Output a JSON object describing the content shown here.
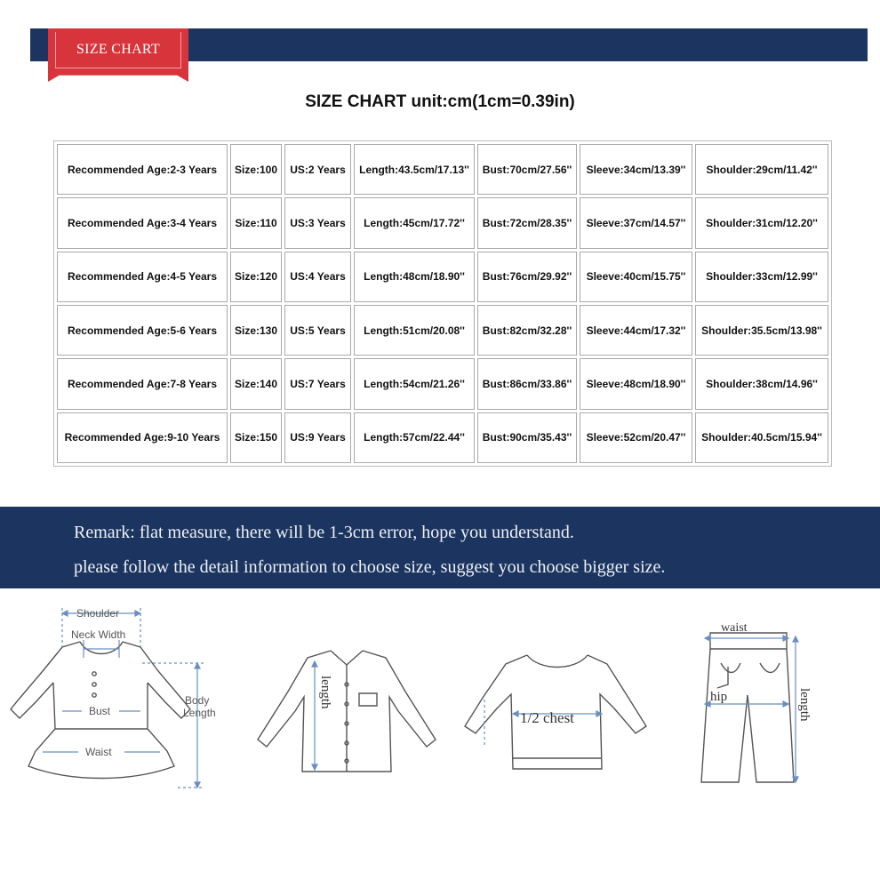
{
  "header": {
    "badge_label": "SIZE CHART"
  },
  "title": "SIZE CHART unit:cm(1cm=0.39in)",
  "table": {
    "rows": [
      [
        "Recommended Age:2-3 Years",
        "Size:100",
        "US:2 Years",
        "Length:43.5cm/17.13''",
        "Bust:70cm/27.56''",
        "Sleeve:34cm/13.39''",
        "Shoulder:29cm/11.42''"
      ],
      [
        "Recommended Age:3-4 Years",
        "Size:110",
        "US:3 Years",
        "Length:45cm/17.72''",
        "Bust:72cm/28.35''",
        "Sleeve:37cm/14.57''",
        "Shoulder:31cm/12.20''"
      ],
      [
        "Recommended Age:4-5 Years",
        "Size:120",
        "US:4 Years",
        "Length:48cm/18.90''",
        "Bust:76cm/29.92''",
        "Sleeve:40cm/15.75''",
        "Shoulder:33cm/12.99''"
      ],
      [
        "Recommended Age:5-6 Years",
        "Size:130",
        "US:5 Years",
        "Length:51cm/20.08''",
        "Bust:82cm/32.28''",
        "Sleeve:44cm/17.32''",
        "Shoulder:35.5cm/13.98''"
      ],
      [
        "Recommended Age:7-8 Years",
        "Size:140",
        "US:7 Years",
        "Length:54cm/21.26''",
        "Bust:86cm/33.86''",
        "Sleeve:48cm/18.90''",
        "Shoulder:38cm/14.96''"
      ],
      [
        "Recommended Age:9-10 Years",
        "Size:150",
        "US:9 Years",
        "Length:57cm/22.44''",
        "Bust:90cm/35.43''",
        "Sleeve:52cm/20.47''",
        "Shoulder:40.5cm/15.94''"
      ]
    ]
  },
  "remark": {
    "line1": "Remark: flat measure, there will be 1-3cm error, hope you understand.",
    "line2": "please follow the detail information to choose size, suggest you choose bigger size."
  },
  "diagrams": {
    "dress": {
      "shoulder": "Shoulder",
      "neck_width": "Neck Width",
      "bust": "Bust",
      "waist": "Waist",
      "body": "Body",
      "length": "Length"
    },
    "shirt": {
      "length": "length"
    },
    "sweater": {
      "chest": "1/2 chest"
    },
    "pants": {
      "waist": "waist",
      "hip": "hip",
      "length": "length"
    }
  },
  "colors": {
    "navy": "#1c3560",
    "badge_red": "#d8343c",
    "measure_blue": "#6a8fc0"
  }
}
